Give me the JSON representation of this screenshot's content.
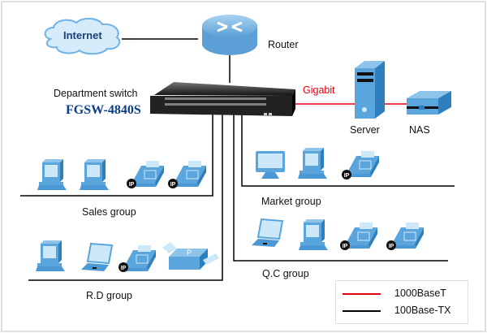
{
  "diagram": {
    "internet": {
      "label": "Internet"
    },
    "router": {
      "label": "Router"
    },
    "switch": {
      "label": "Department switch",
      "model": "FGSW-4840S"
    },
    "gigabit_label": "Gigabit",
    "server": {
      "label": "Server"
    },
    "nas": {
      "label": "NAS"
    },
    "groups": [
      {
        "name": "Sales group",
        "devices": [
          "desktop-pc",
          "desktop-pc",
          "ip-phone",
          "ip-phone"
        ]
      },
      {
        "name": "Market group",
        "devices": [
          "imac",
          "desktop-pc",
          "ip-phone"
        ]
      },
      {
        "name": "Q.C group",
        "devices": [
          "laptop",
          "desktop-pc",
          "ip-phone",
          "ip-phone"
        ]
      },
      {
        "name": "R.D group",
        "devices": [
          "desktop-pc",
          "laptop",
          "ip-phone",
          "printer"
        ]
      }
    ],
    "ip_badge": "IP",
    "printer_letter": "P"
  },
  "legend": {
    "items": [
      {
        "label": "1000BaseT",
        "color": "#e00010"
      },
      {
        "label": "100Base-TX",
        "color": "#000000"
      }
    ]
  },
  "colors": {
    "device_blue": "#5aa6dc",
    "device_light": "#cde8f8",
    "device_dark": "#2e7fc0",
    "gigabit_red": "#e00010",
    "model_blue": "#0a3d8a"
  }
}
